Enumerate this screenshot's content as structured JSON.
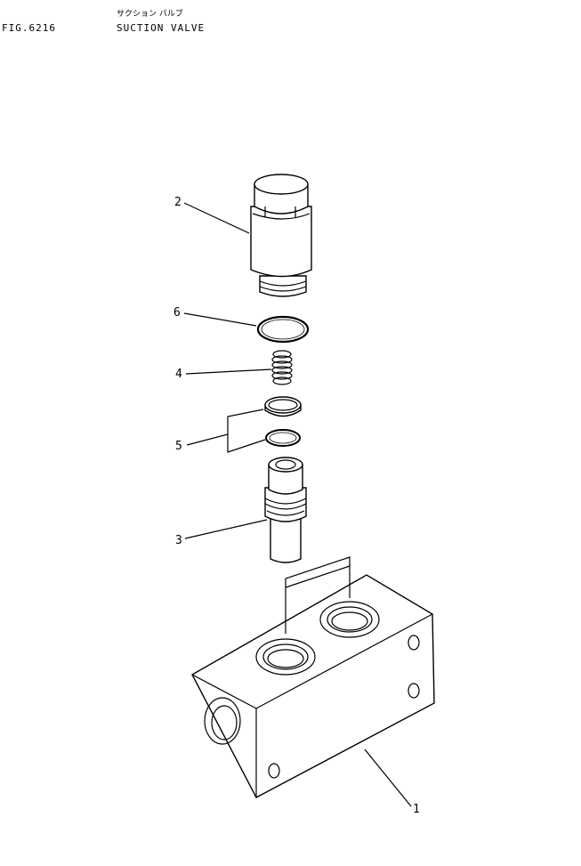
{
  "header": {
    "fig_number": "FIG.6216",
    "title_jp": "サクション バルブ",
    "title_en": "SUCTION VALVE"
  },
  "callouts": [
    {
      "id": "c1",
      "label": "1"
    },
    {
      "id": "c2",
      "label": "2"
    },
    {
      "id": "c3",
      "label": "3"
    },
    {
      "id": "c4",
      "label": "4"
    },
    {
      "id": "c5",
      "label": "5"
    },
    {
      "id": "c6",
      "label": "6"
    }
  ]
}
